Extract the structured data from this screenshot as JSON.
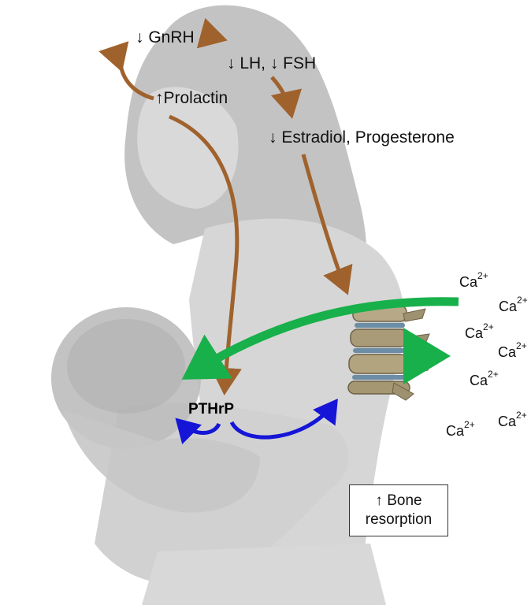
{
  "labels": {
    "gnrh": "↓ GnRH",
    "lh_fsh": "↓ LH, ↓ FSH",
    "prolactin": "↑Prolactin",
    "estradiol": "↓ Estradiol, Progesterone",
    "pthrp": "PTHrP",
    "bone_line1": "↑ Bone",
    "bone_line2": "resorption"
  },
  "calcium": {
    "base": "Ca",
    "charge": "2+"
  },
  "colors": {
    "hormone_arrow": "#a0622d",
    "calcium_arrow": "#18b04a",
    "pthrp_arrow": "#1515d8",
    "illustration": "#c4c4c4"
  }
}
